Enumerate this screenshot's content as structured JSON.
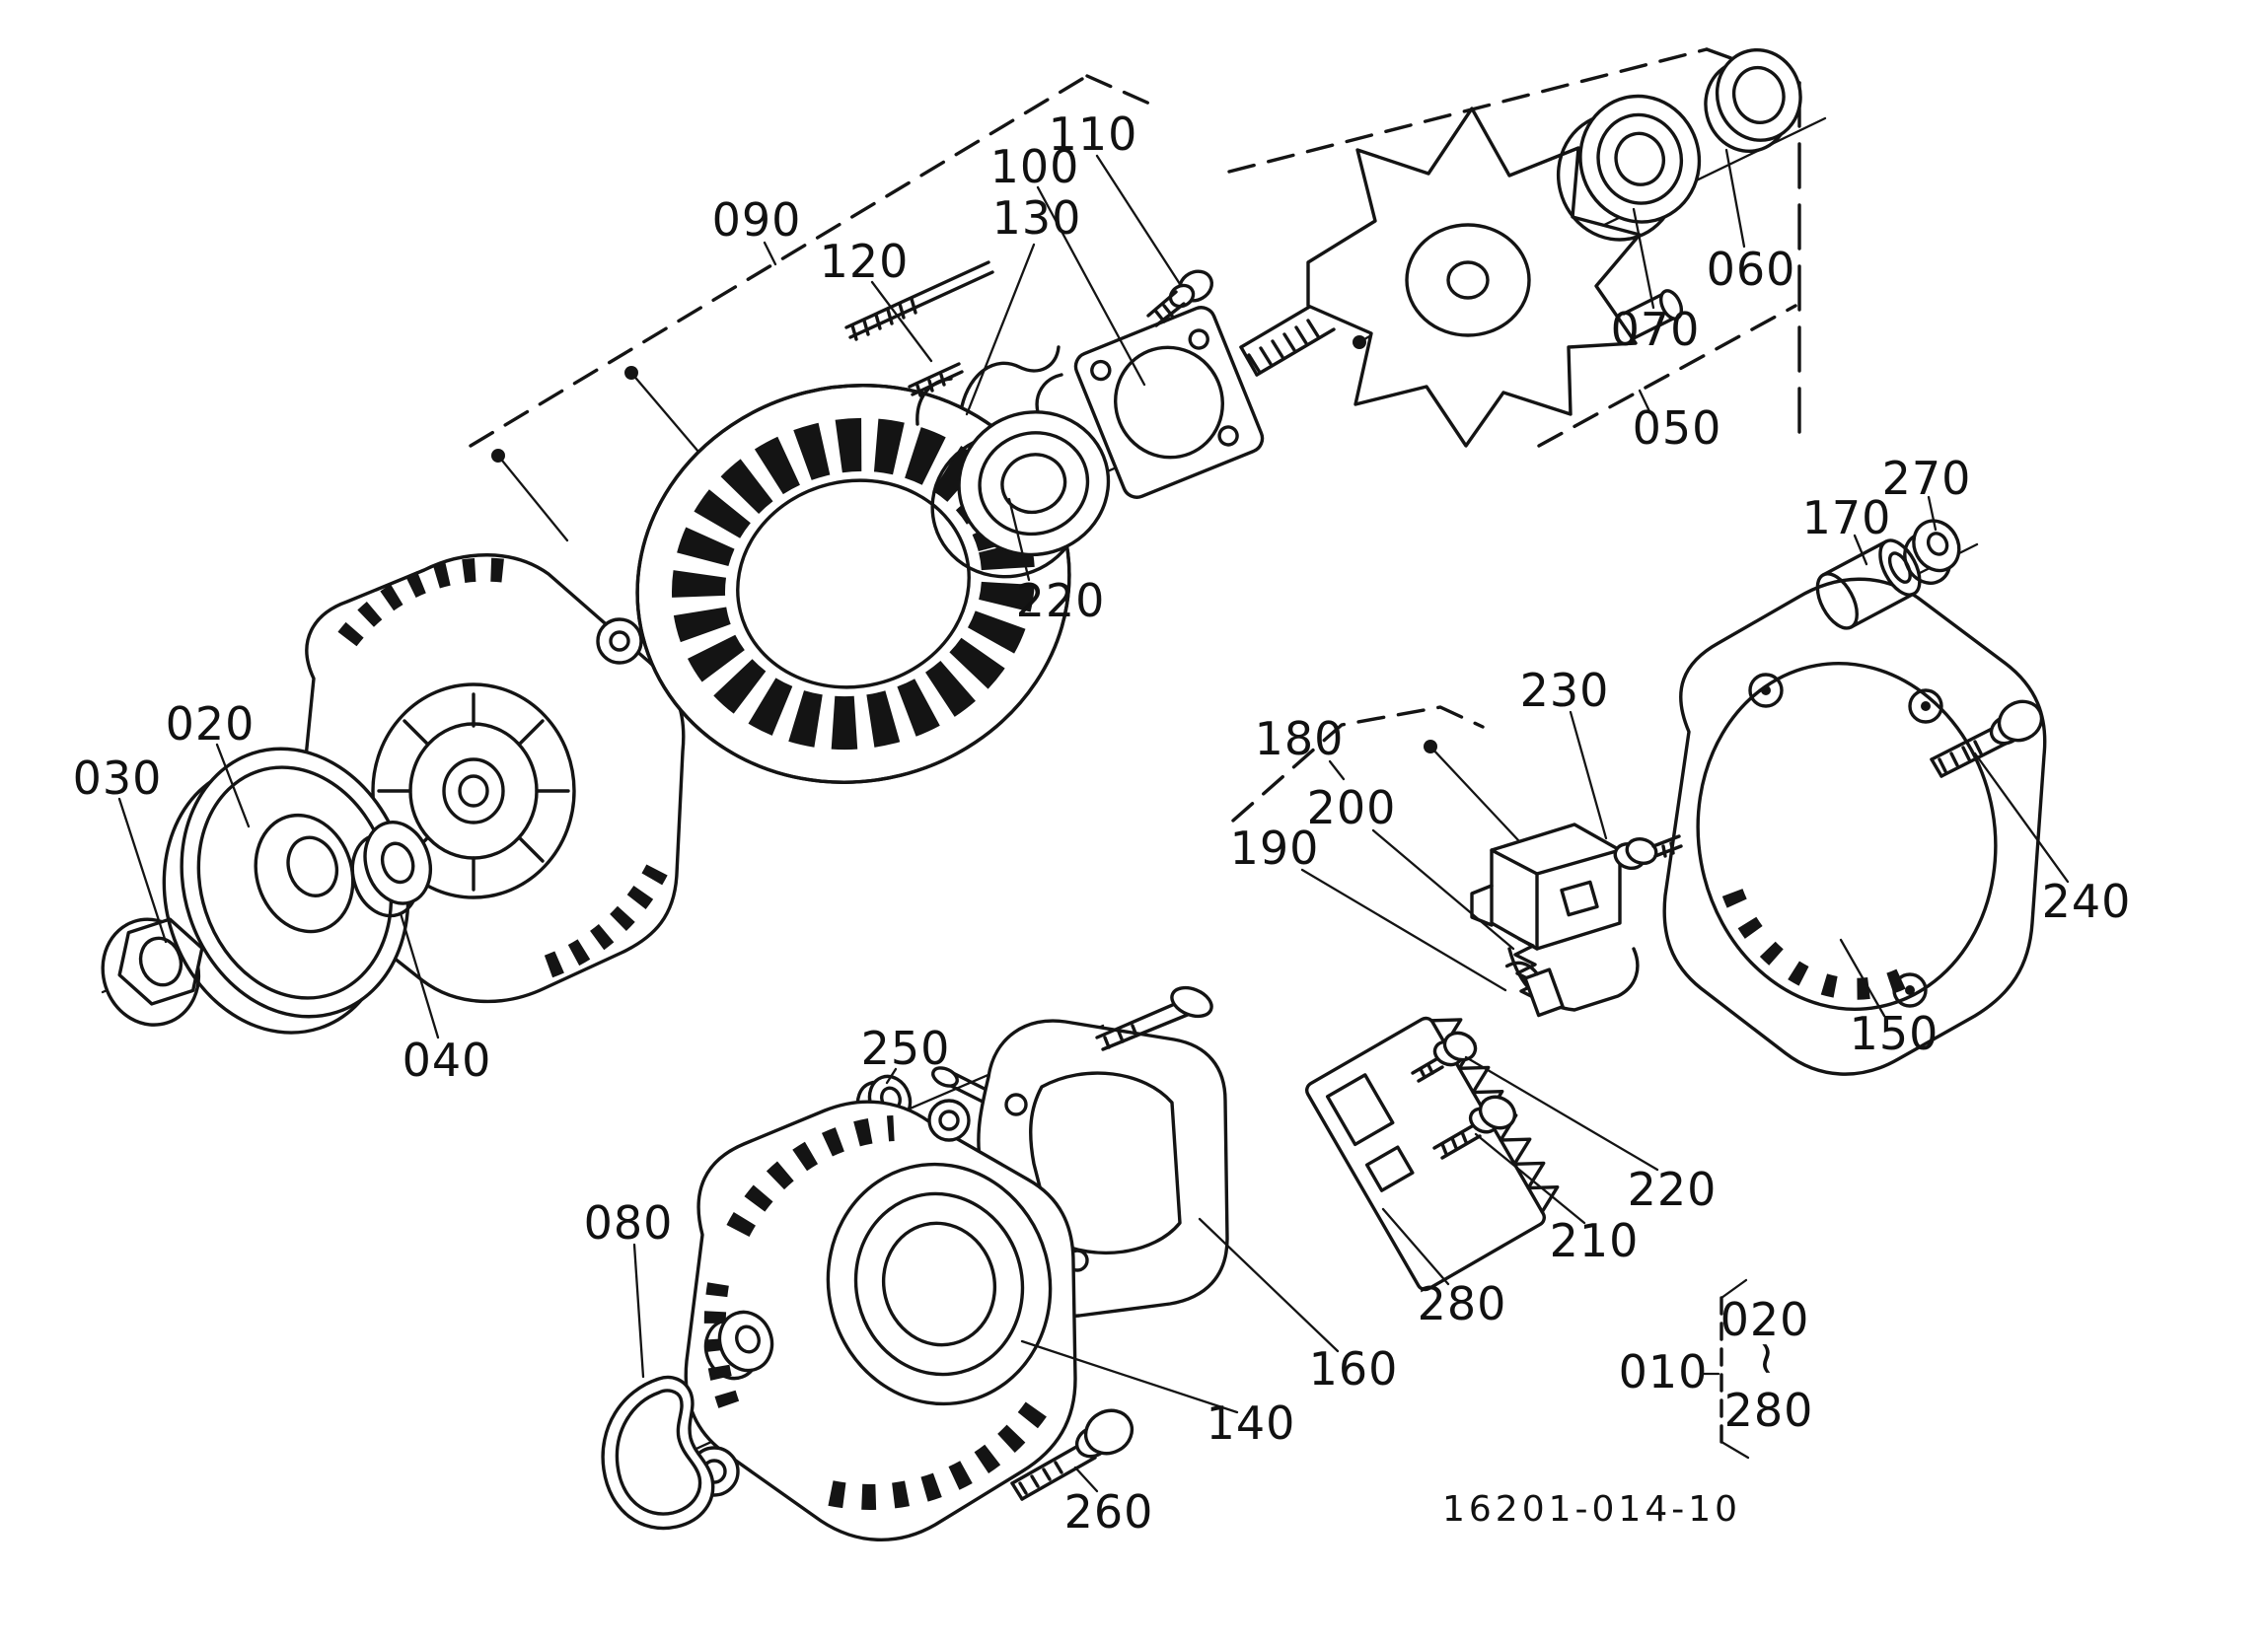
{
  "figure": {
    "drawing_number": "16201-014-10"
  },
  "callouts": {
    "c020": "020",
    "c030": "030",
    "c040": "040",
    "c050": "050",
    "c060": "060",
    "c070": "070",
    "c080": "080",
    "c090": "090",
    "c100": "100",
    "c110": "110",
    "c120": "120",
    "c130": "130",
    "c140": "140",
    "c150": "150",
    "c160": "160",
    "c170": "170",
    "c180": "180",
    "c190": "190",
    "c200": "200",
    "c210": "210",
    "c220_front": "220",
    "c220_rear": "220",
    "c230": "230",
    "c240": "240",
    "c250": "250",
    "c260": "260",
    "c270": "270",
    "c280": "280"
  },
  "legend": {
    "assembly": "010",
    "range_from": "020",
    "range_tilde": "~",
    "range_to": "280"
  }
}
